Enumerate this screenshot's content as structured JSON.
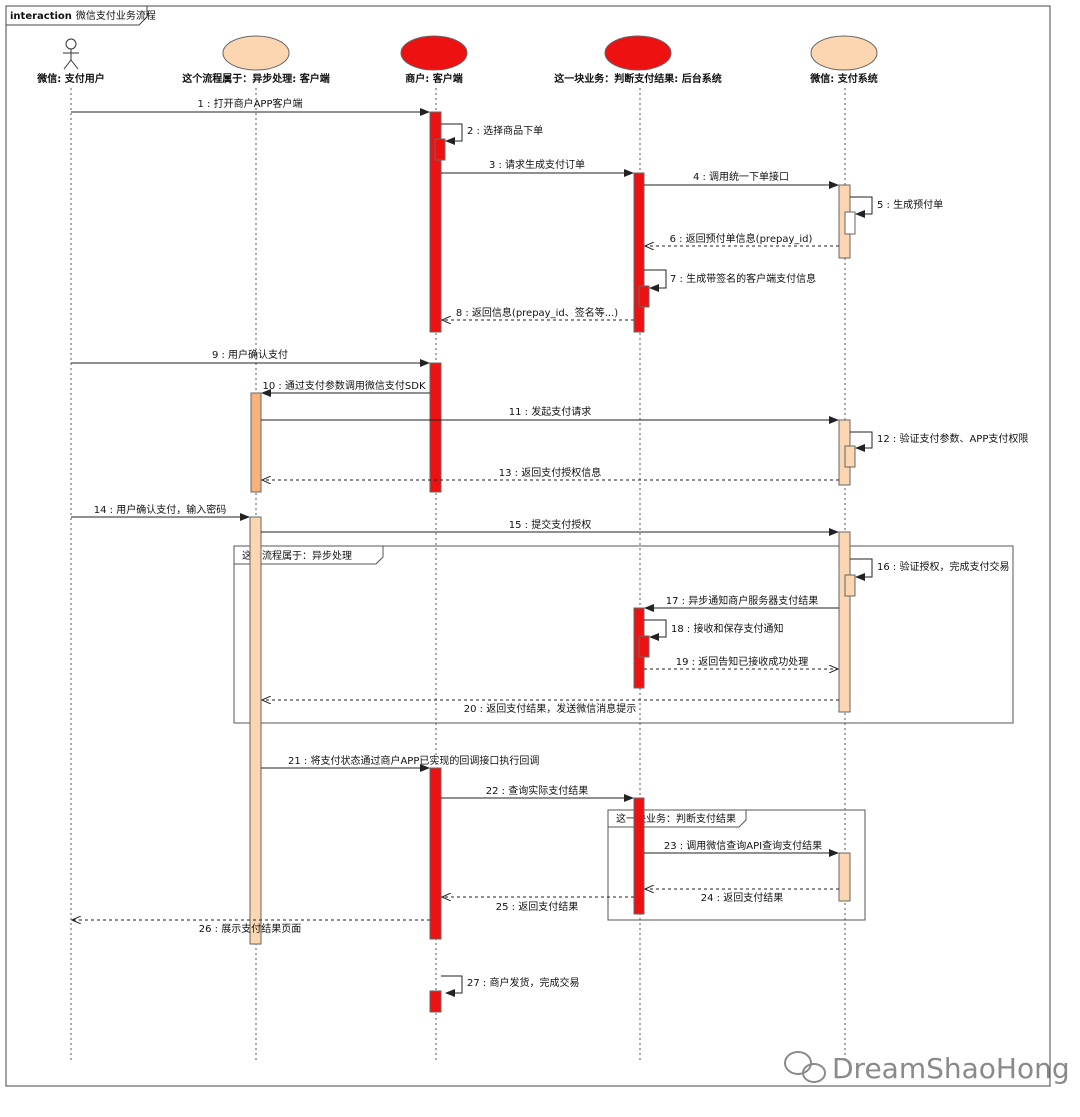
{
  "frame": {
    "keyword": "interaction",
    "name": "微信支付业务流程"
  },
  "participants": [
    {
      "id": "user",
      "label": "微信: 支付用户",
      "kind": "actor"
    },
    {
      "id": "async",
      "label": "这个流程属于：异步处理: 客户端",
      "kind": "lifeline",
      "color": "#fbd6b0"
    },
    {
      "id": "client",
      "label": "商户: 客户端",
      "kind": "lifeline",
      "color": "#ee1111"
    },
    {
      "id": "server",
      "label": "这一块业务：判断支付结果: 后台系统",
      "kind": "lifeline",
      "color": "#ee1111"
    },
    {
      "id": "wxpay",
      "label": "微信: 支付系统",
      "kind": "lifeline",
      "color": "#fbd6b0"
    }
  ],
  "messages": [
    {
      "n": "1",
      "text": "1 : 打开商户APP客户端",
      "from": "user",
      "to": "client",
      "style": "sync"
    },
    {
      "n": "2",
      "text": "2 : 选择商品下单",
      "from": "client",
      "to": "client",
      "style": "self"
    },
    {
      "n": "3",
      "text": "3 : 请求生成支付订单",
      "from": "client",
      "to": "server",
      "style": "sync"
    },
    {
      "n": "4",
      "text": "4 : 调用统一下单接口",
      "from": "server",
      "to": "wxpay",
      "style": "sync"
    },
    {
      "n": "5",
      "text": "5 : 生成预付单",
      "from": "wxpay",
      "to": "wxpay",
      "style": "self"
    },
    {
      "n": "6",
      "text": "6 : 返回预付单信息(prepay_id)",
      "from": "wxpay",
      "to": "server",
      "style": "return"
    },
    {
      "n": "7",
      "text": "7 : 生成带签名的客户端支付信息",
      "from": "server",
      "to": "server",
      "style": "self"
    },
    {
      "n": "8",
      "text": "8 : 返回信息(prepay_id、签名等...)",
      "from": "server",
      "to": "client",
      "style": "return"
    },
    {
      "n": "9",
      "text": "9 : 用户确认支付",
      "from": "user",
      "to": "client",
      "style": "sync"
    },
    {
      "n": "10",
      "text": "10 : 通过支付参数调用微信支付SDK",
      "from": "client",
      "to": "async",
      "style": "sync"
    },
    {
      "n": "11",
      "text": "11 : 发起支付请求",
      "from": "async",
      "to": "wxpay",
      "style": "sync"
    },
    {
      "n": "12",
      "text": "12 : 验证支付参数、APP支付权限",
      "from": "wxpay",
      "to": "wxpay",
      "style": "self"
    },
    {
      "n": "13",
      "text": "13 : 返回支付授权信息",
      "from": "wxpay",
      "to": "async",
      "style": "return"
    },
    {
      "n": "14",
      "text": "14 : 用户确认支付，输入密码",
      "from": "user",
      "to": "async",
      "style": "sync"
    },
    {
      "n": "15",
      "text": "15 : 提交支付授权",
      "from": "async",
      "to": "wxpay",
      "style": "sync"
    },
    {
      "n": "16",
      "text": "16 : 验证授权，完成支付交易",
      "from": "wxpay",
      "to": "wxpay",
      "style": "self"
    },
    {
      "n": "17",
      "text": "17 : 异步通知商户服务器支付结果",
      "from": "wxpay",
      "to": "server",
      "style": "sync"
    },
    {
      "n": "18",
      "text": "18 : 接收和保存支付通知",
      "from": "server",
      "to": "server",
      "style": "self"
    },
    {
      "n": "19",
      "text": "19 : 返回告知已接收成功处理",
      "from": "server",
      "to": "wxpay",
      "style": "return"
    },
    {
      "n": "20",
      "text": "20 : 返回支付结果，发送微信消息提示",
      "from": "wxpay",
      "to": "async",
      "style": "return"
    },
    {
      "n": "21",
      "text": "21 : 将支付状态通过商户APP已实现的回调接口执行回调",
      "from": "async",
      "to": "client",
      "style": "sync"
    },
    {
      "n": "22",
      "text": "22 : 查询实际支付结果",
      "from": "client",
      "to": "server",
      "style": "sync"
    },
    {
      "n": "23",
      "text": "23 : 调用微信查询API查询支付结果",
      "from": "server",
      "to": "wxpay",
      "style": "sync"
    },
    {
      "n": "24",
      "text": "24 : 返回支付结果",
      "from": "wxpay",
      "to": "server",
      "style": "return"
    },
    {
      "n": "25",
      "text": "25 : 返回支付结果",
      "from": "server",
      "to": "client",
      "style": "return"
    },
    {
      "n": "26",
      "text": "26 : 展示支付结果页面",
      "from": "client",
      "to": "user",
      "style": "return"
    },
    {
      "n": "27",
      "text": "27 : 商户发货，完成交易",
      "from": "client",
      "to": "client",
      "style": "self"
    }
  ],
  "fragments": [
    {
      "label": "这个流程属于：异步处理"
    },
    {
      "label": "这一块业务：判断支付结果"
    }
  ],
  "watermark": {
    "text": "DreamShaoHong",
    "icon": "wechat-icon"
  }
}
